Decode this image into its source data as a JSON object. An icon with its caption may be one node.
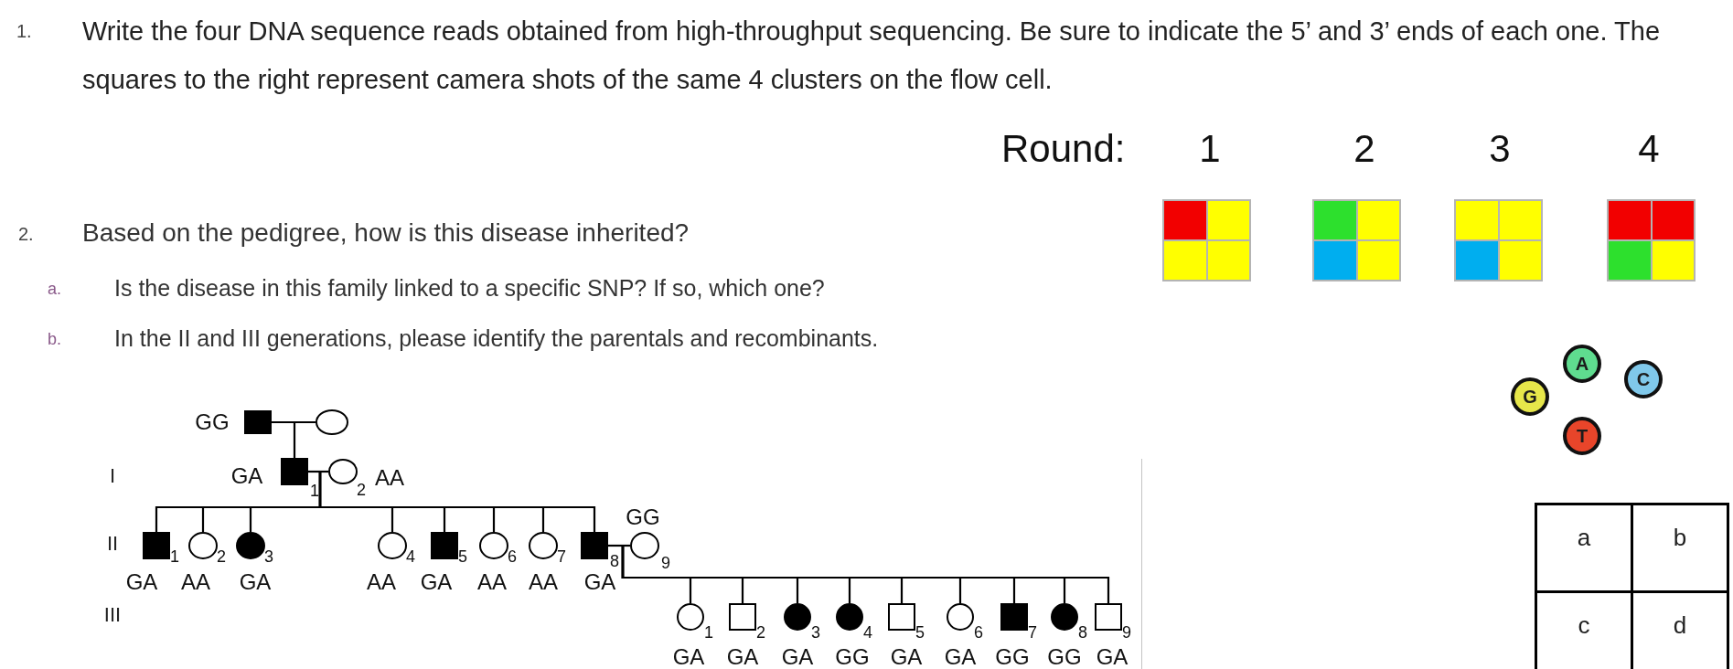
{
  "diagram": {
    "nodes": [
      {
        "text": [
          "G"
        ]
      },
      {
        "text": [
          "A"
        ]
      },
      {
        "text": [
          "C"
        ]
      },
      {
        "text": [
          "T"
        ]
      },
      {
        "text": [],
        "shape": "filled-square",
        "beside": [
          "GG"
        ]
      },
      {
        "text": [],
        "shape": "circle"
      },
      {
        "text": [],
        "shape": "filled-square",
        "beside": [
          "GA",
          "1"
        ]
      },
      {
        "text": [],
        "shape": "circle",
        "beside": [
          "2",
          "AA"
        ]
      },
      {
        "text": [],
        "shape": "filled-square",
        "beside": [
          "1",
          "GA"
        ]
      },
      {
        "text": [],
        "shape": "circle",
        "beside": [
          "2",
          "AA"
        ]
      },
      {
        "text": [],
        "shape": "filled-circle",
        "beside": [
          "3",
          "GA"
        ]
      },
      {
        "text": [],
        "shape": "circle",
        "beside": [
          "4",
          "AA"
        ]
      },
      {
        "text": [],
        "shape": "filled-square",
        "beside": [
          "5",
          "GA"
        ]
      },
      {
        "text": [],
        "shape": "circle",
        "beside": [
          "6",
          "AA"
        ]
      },
      {
        "text": [],
        "shape": "circle",
        "beside": [
          "7",
          "AA"
        ]
      },
      {
        "text": [],
        "shape": "filled-square",
        "beside": [
          "8",
          "GA"
        ]
      },
      {
        "text": [],
        "shape": "circle",
        "beside": [
          "GG",
          "9"
        ]
      },
      {
        "text": [],
        "shape": "circle",
        "beside": [
          "1",
          "GA"
        ]
      },
      {
        "text": [],
        "shape": "square",
        "beside": [
          "2",
          "GA"
        ]
      },
      {
        "text": [],
        "shape": "filled-circle",
        "beside": [
          "3",
          "GA"
        ]
      },
      {
        "text": [],
        "shape": "filled-circle",
        "beside": [
          "4",
          "GG"
        ]
      },
      {
        "text": [],
        "shape": "square",
        "beside": [
          "5",
          "GA"
        ]
      },
      {
        "text": [],
        "shape": "circle",
        "beside": [
          "6",
          "GA"
        ]
      },
      {
        "text": [],
        "shape": "filled-square",
        "beside": [
          "7",
          "GG"
        ]
      },
      {
        "text": [],
        "shape": "filled-circle",
        "beside": [
          "8",
          "GG"
        ]
      },
      {
        "text": [],
        "shape": "square",
        "beside": [
          "9",
          "GA"
        ]
      }
    ],
    "edges": [
      {
        "from": 4,
        "to": 5,
        "arrow": "none"
      },
      {
        "from": 4,
        "to": 6,
        "arrow": "none"
      },
      {
        "from": 6,
        "to": 7,
        "arrow": "none"
      },
      {
        "from": 6,
        "to": 8,
        "arrow": "none"
      },
      {
        "from": 6,
        "to": 9,
        "arrow": "none"
      },
      {
        "from": 6,
        "to": 10,
        "arrow": "none"
      },
      {
        "from": 6,
        "to": 11,
        "arrow": "none"
      },
      {
        "from": 6,
        "to": 12,
        "arrow": "none"
      },
      {
        "from": 6,
        "to": 13,
        "arrow": "none"
      },
      {
        "from": 6,
        "to": 14,
        "arrow": "none"
      },
      {
        "from": 6,
        "to": 15,
        "arrow": "none"
      },
      {
        "from": 15,
        "to": 16,
        "arrow": "none"
      },
      {
        "from": 15,
        "to": 17,
        "arrow": "none"
      },
      {
        "from": 15,
        "to": 18,
        "arrow": "none"
      },
      {
        "from": 15,
        "to": 19,
        "arrow": "none"
      },
      {
        "from": 15,
        "to": 20,
        "arrow": "none"
      },
      {
        "from": 15,
        "to": 21,
        "arrow": "none"
      },
      {
        "from": 15,
        "to": 22,
        "arrow": "none"
      },
      {
        "from": 15,
        "to": 23,
        "arrow": "none"
      },
      {
        "from": 15,
        "to": 24,
        "arrow": "none"
      },
      {
        "from": 15,
        "to": 25,
        "arrow": "none"
      }
    ],
    "labels": [
      "1.",
      "Write the four DNA sequence reads obtained from high-throughput sequencing. Be sure to indicate the 5’ and 3’ ends of each one. The squares to the right represent camera shots of the same 4 clusters on the flow cell.",
      "Round:",
      "1",
      "2",
      "3",
      "4",
      "2.",
      "Based on the pedigree, how is this disease inherited?",
      "a.",
      "Is the disease in this family linked to a specific SNP? If so, which one?",
      "b.",
      "In the II and III generations, please identify the parentals and recombinants.",
      "I",
      "II",
      "III",
      "a",
      "b",
      "c",
      "d"
    ]
  }
}
